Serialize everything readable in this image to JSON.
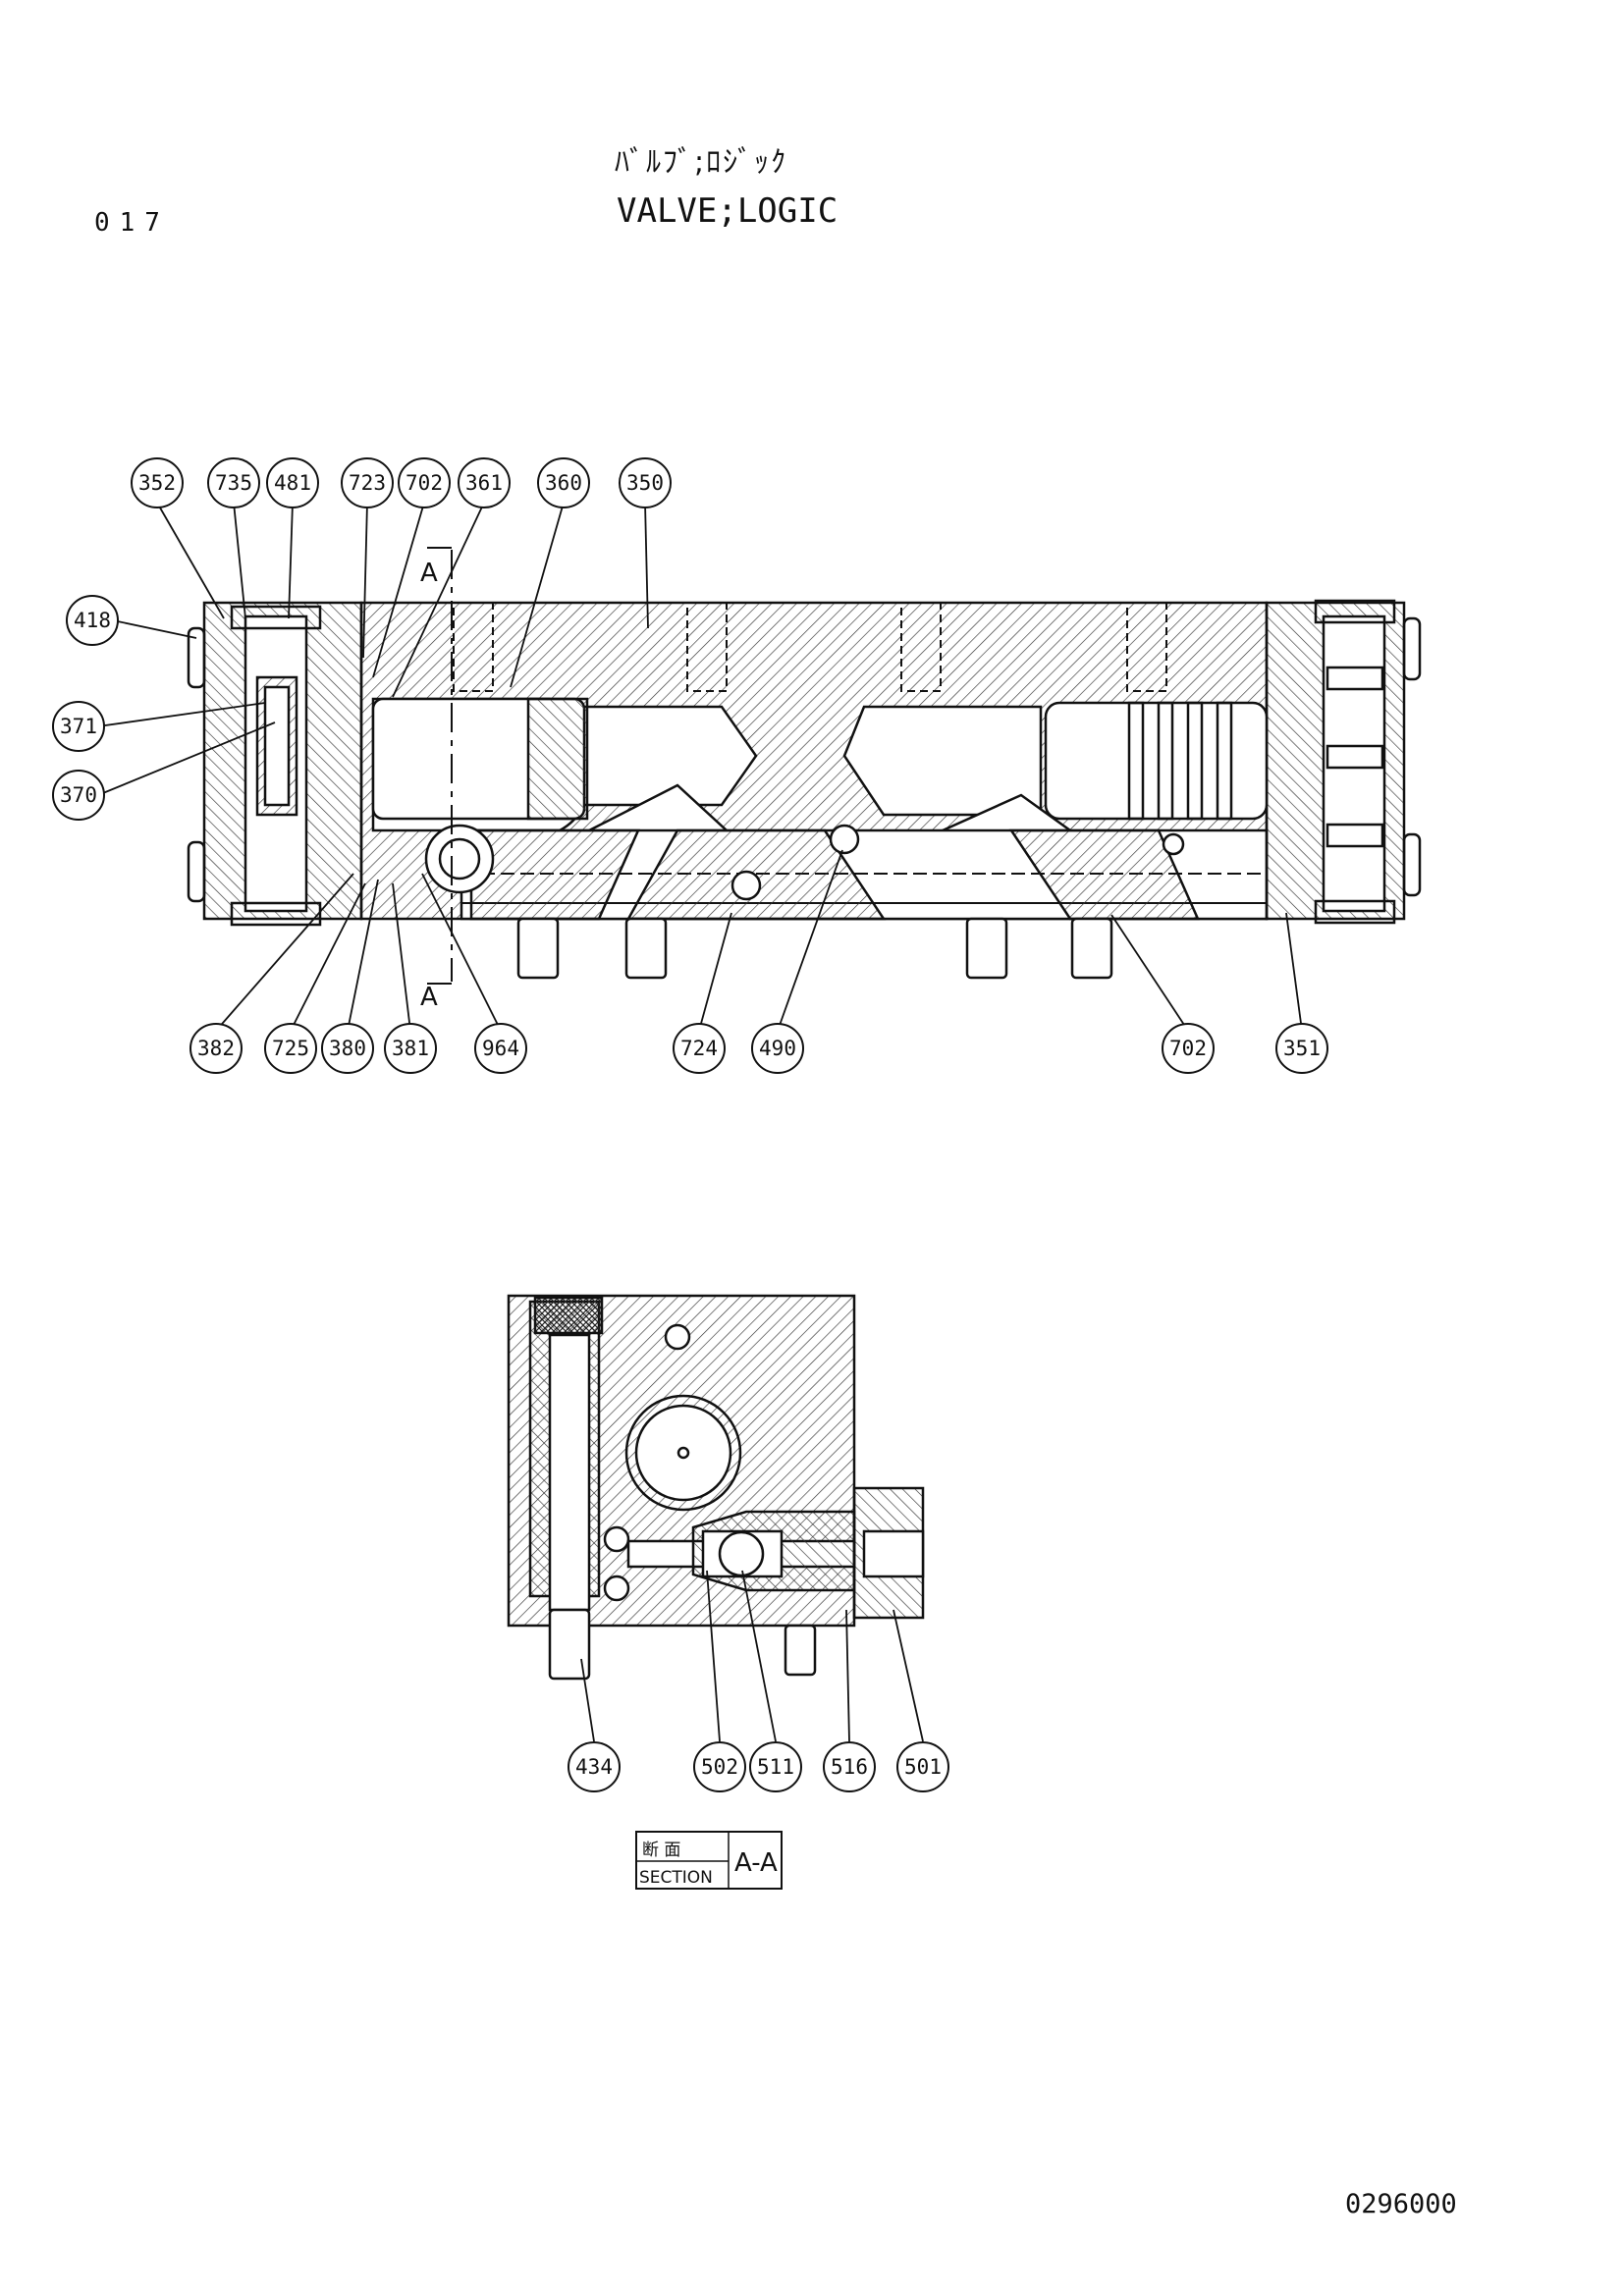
{
  "header": {
    "page_number": "017",
    "title_jp": "ﾊﾞﾙﾌﾞ;ﾛｼﾞｯｸ",
    "title_en": "VALVE;LOGIC"
  },
  "footer": {
    "drawing_id": "0296000"
  },
  "section_mark": {
    "letter": "A"
  },
  "top_view_callouts": [
    "352",
    "735",
    "481",
    "723",
    "702",
    "361",
    "360",
    "350",
    "418",
    "371",
    "370",
    "382",
    "725",
    "380",
    "381",
    "964",
    "724",
    "490",
    "702",
    "351"
  ],
  "section_view_callouts": [
    "434",
    "502",
    "511",
    "516",
    "501"
  ],
  "section_label": {
    "jp": "断 面",
    "en": "SECTION",
    "name": "A-A"
  }
}
